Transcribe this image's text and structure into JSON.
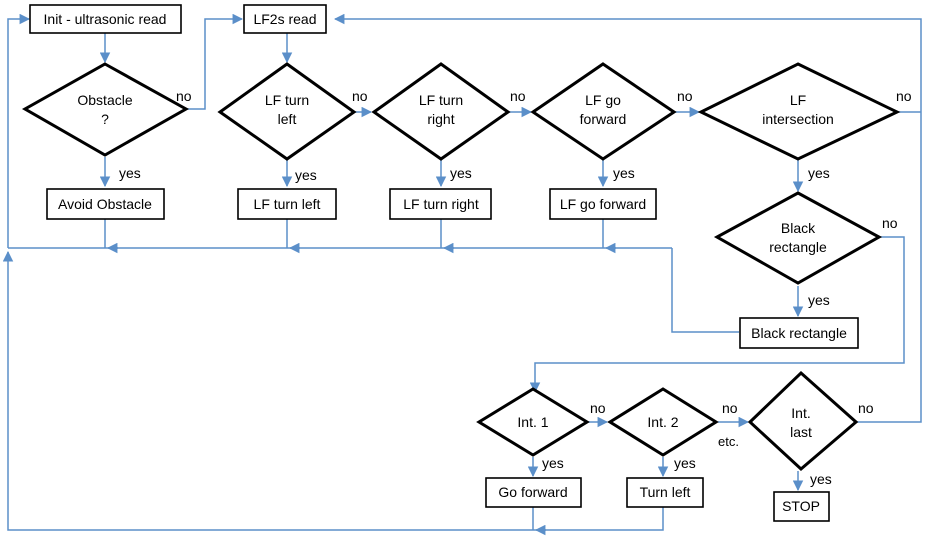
{
  "nodes": {
    "init": "Init - ultrasonic read",
    "obstacle_1": "Obstacle",
    "obstacle_2": "?",
    "avoid": "Avoid Obstacle",
    "lf2s": "LF2s read",
    "d_turn_left_1": "LF turn",
    "d_turn_left_2": "left",
    "b_turn_left": "LF turn left",
    "d_turn_right_1": "LF turn",
    "d_turn_right_2": "right",
    "b_turn_right": "LF turn right",
    "d_forward_1": "LF go",
    "d_forward_2": "forward",
    "b_forward": "LF go forward",
    "d_inter_1": "LF",
    "d_inter_2": "intersection",
    "d_black_1": "Black",
    "d_black_2": "rectangle",
    "b_black": "Black rectangle",
    "d_int1": "Int. 1",
    "d_int2": "Int. 2",
    "d_intlast_1": "Int.",
    "d_intlast_2": "last",
    "b_go_forward": "Go forward",
    "b_turn_left_int": "Turn left",
    "b_stop": "STOP"
  },
  "edge_labels": {
    "no": "no",
    "yes": "yes",
    "etc": "etc."
  }
}
